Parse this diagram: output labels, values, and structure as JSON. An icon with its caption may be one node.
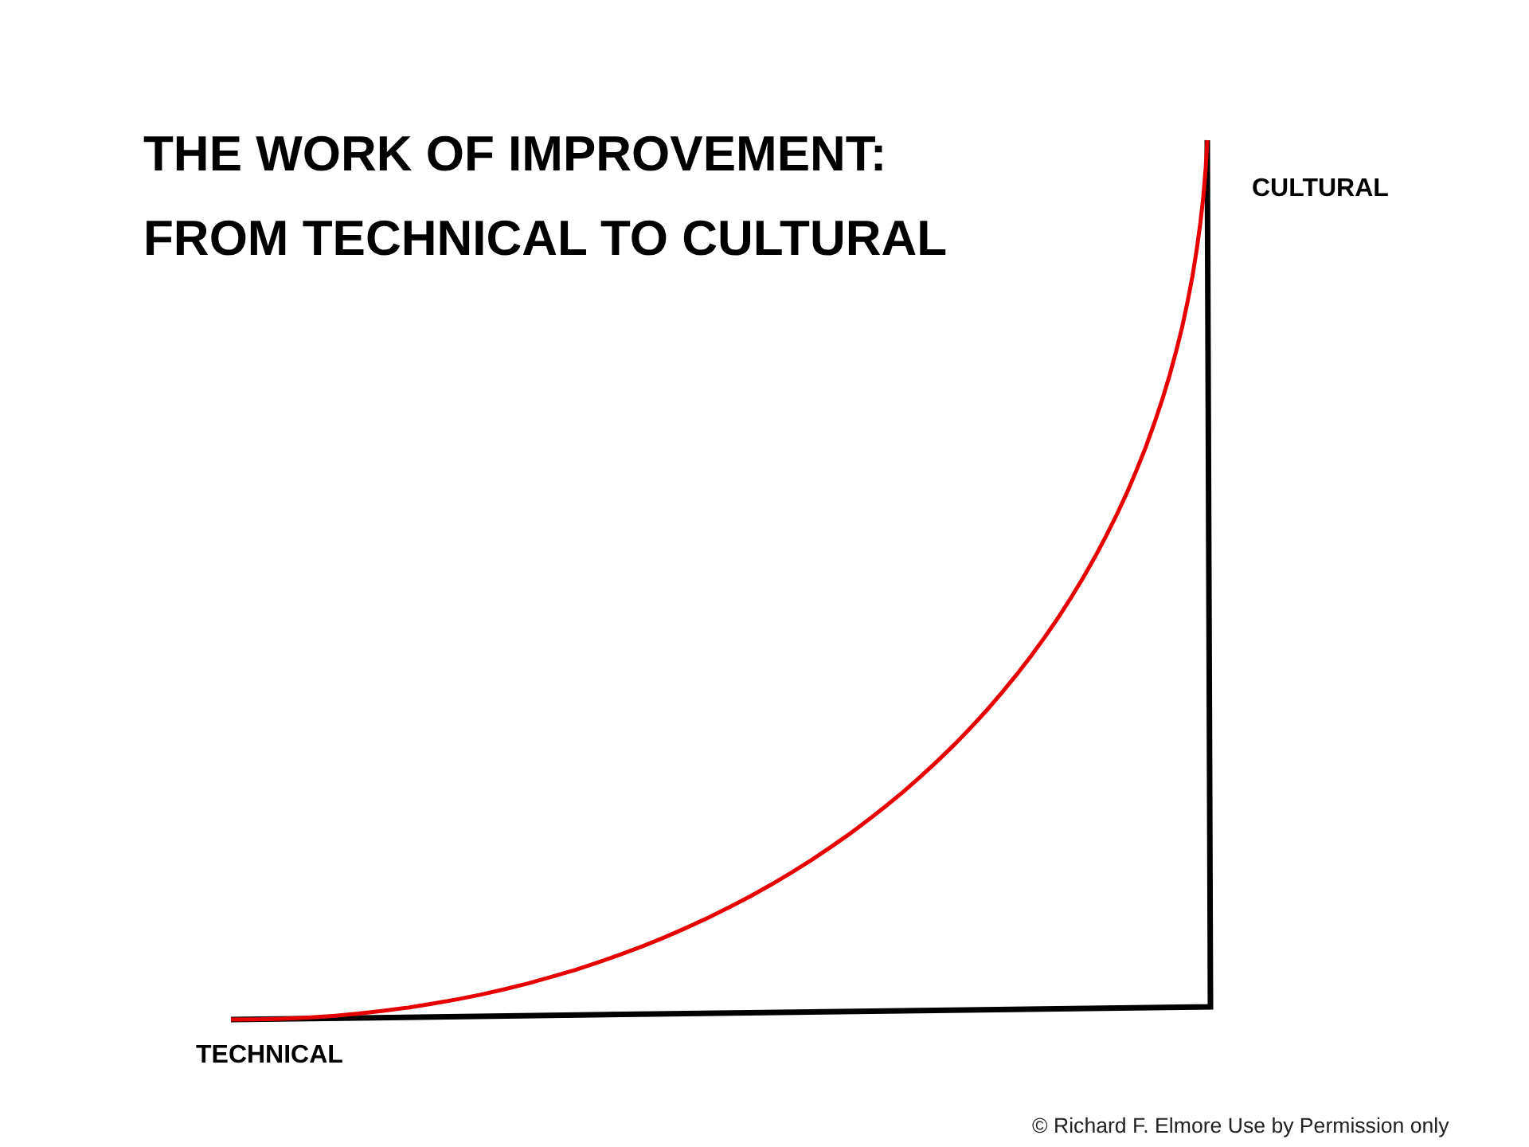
{
  "diagram": {
    "title": "THE WORK OF IMPROVEMENT: FROM TECHNICAL TO CULTURAL",
    "labels": [
      "CULTURAL",
      "TECHNICAL",
      "© Richard F. Elmore Use by Permission only"
    ]
  }
}
